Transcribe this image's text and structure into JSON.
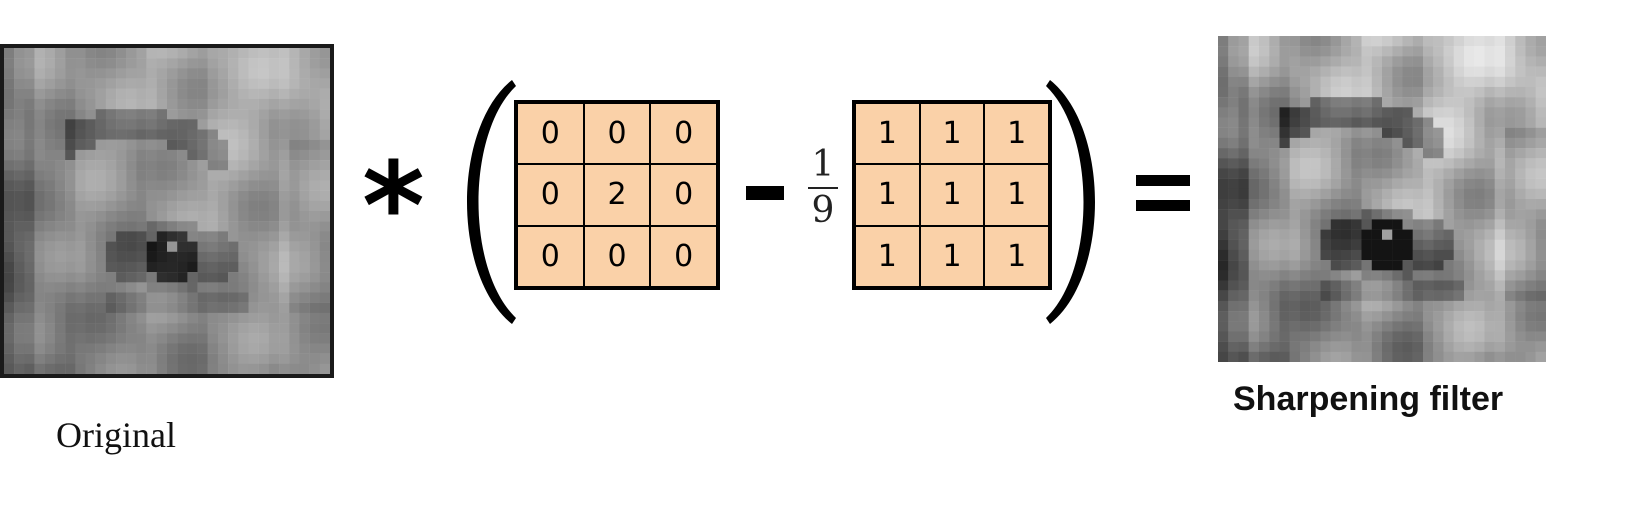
{
  "images": {
    "original_caption": "Original",
    "result_caption": "Sharpening filter"
  },
  "operators": {
    "convolve": "*",
    "fraction_numerator": "1",
    "fraction_denominator": "9"
  },
  "kernels": {
    "identity": [
      [
        "0",
        "0",
        "0"
      ],
      [
        "0",
        "2",
        "0"
      ],
      [
        "0",
        "0",
        "0"
      ]
    ],
    "box": [
      [
        "1",
        "1",
        "1"
      ],
      [
        "1",
        "1",
        "1"
      ],
      [
        "1",
        "1",
        "1"
      ]
    ]
  },
  "colors": {
    "kernel_fill": "#fad1a8",
    "kernel_border": "#000000"
  }
}
